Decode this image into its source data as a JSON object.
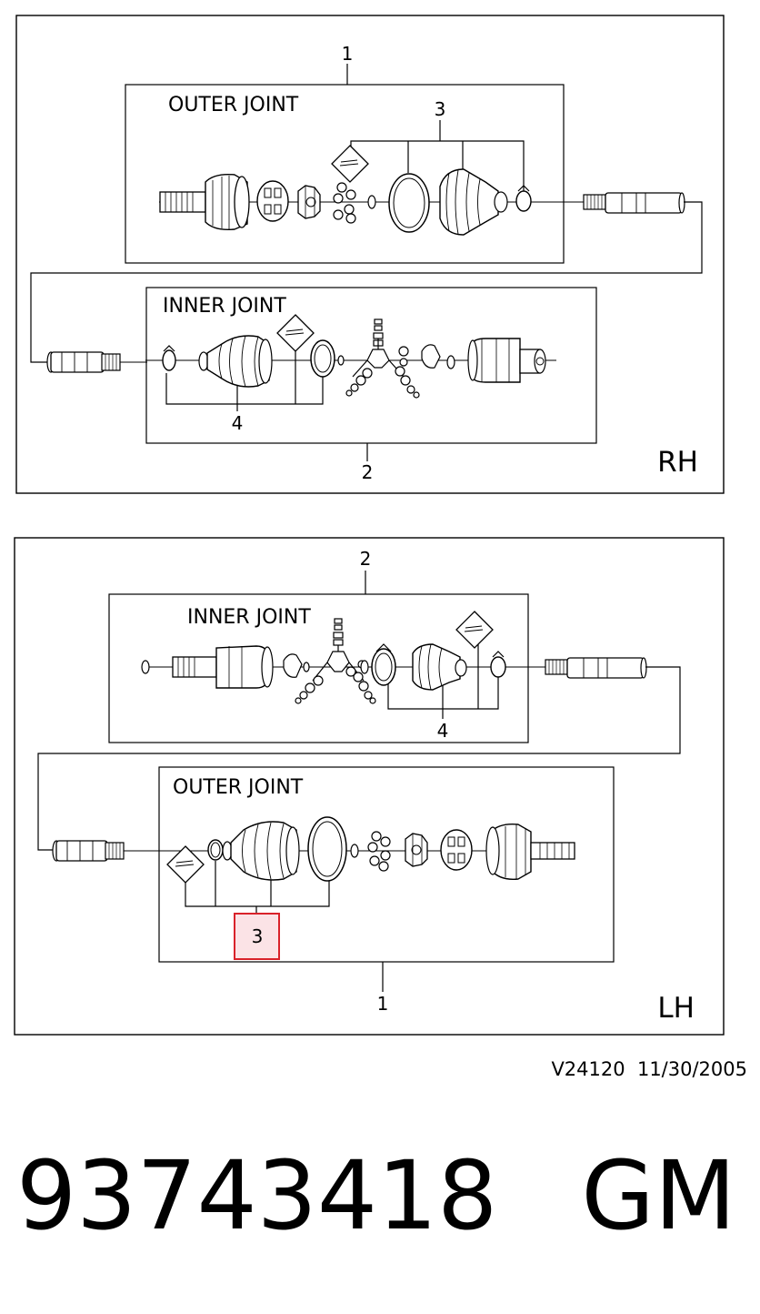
{
  "rh_panel": {
    "side_label": "RH",
    "outer_joint": {
      "title": "OUTER JOINT",
      "callout": "1",
      "sub_callout": "3"
    },
    "inner_joint": {
      "title": "INNER JOINT",
      "callout": "2",
      "sub_callout": "4"
    }
  },
  "lh_panel": {
    "side_label": "LH",
    "inner_joint": {
      "title": "INNER JOINT",
      "callout": "2",
      "sub_callout": "4"
    },
    "outer_joint": {
      "title": "OUTER JOINT",
      "callout": "1",
      "sub_callout": "3"
    }
  },
  "highlight_color": "#d9222a",
  "highlight_fill": "#fbe3e6",
  "reference": "V24120  11/30/2005",
  "part_number": "93743418",
  "brand": "GM"
}
